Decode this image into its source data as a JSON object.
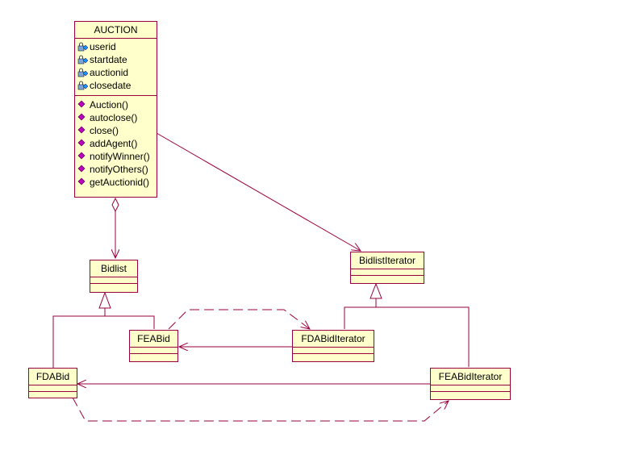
{
  "colors": {
    "box_fill": "#ffffcc",
    "line": "#99003f",
    "attr_icon": "#1e90ff",
    "op_icon": "#c000c0"
  },
  "auction": {
    "name": "AUCTION",
    "attributes": [
      "userid",
      "startdate",
      "auctionid",
      "closedate"
    ],
    "operations": [
      "Auction()",
      "autoclose()",
      "close()",
      "addAgent()",
      "notifyWinner()",
      "notifyOthers()",
      "getAuctionid()"
    ]
  },
  "bidlist": {
    "name": "Bidlist"
  },
  "bidlist_iterator": {
    "name": "BidlistIterator"
  },
  "fea_bid": {
    "name": "FEABid"
  },
  "fda_bid_iterator": {
    "name": "FDABidIterator"
  },
  "fda_bid": {
    "name": "FDABid"
  },
  "fea_bid_iterator": {
    "name": "FEABidIterator"
  },
  "icons": {
    "attribute": "lock-field-icon",
    "operation": "method-diamond-icon"
  }
}
